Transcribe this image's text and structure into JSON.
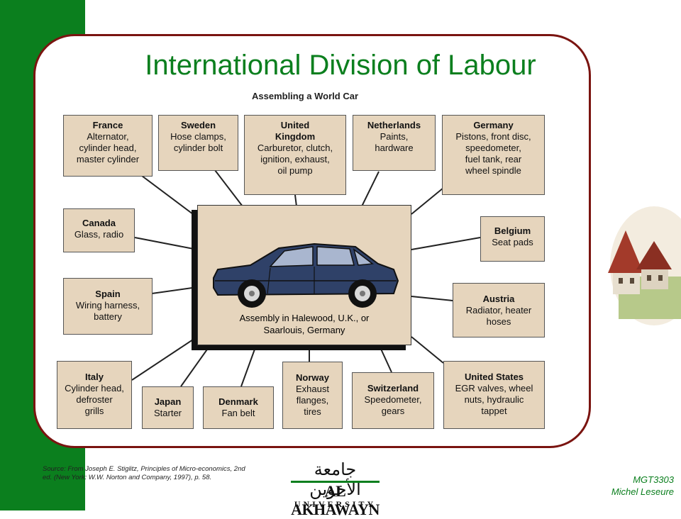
{
  "slide": {
    "title": "International Division of Labour",
    "subtitle": "Assembling a World Car",
    "assembly_text": "Assembly in Halewood, U.K., or\nSaarlouis, Germany",
    "source": "Source: From Joseph E. Stiglitz, Principles of Micro-economics, 2nd ed. (New York: W.W. Norton and Company, 1997), p. 58.",
    "course": "MGT3303",
    "author": "Michel Leseure",
    "logo": {
      "arabic": "جامعة الأخوين",
      "english": "AL AKHAWAYN",
      "university": "UNIVERSITY"
    }
  },
  "suppliers": [
    {
      "country": "France",
      "parts": "Alternator,\ncylinder head,\nmaster cylinder"
    },
    {
      "country": "Sweden",
      "parts": "Hose clamps,\ncylinder bolt"
    },
    {
      "country": "United\nKingdom",
      "parts": "Carburetor, clutch,\nignition, exhaust,\noil pump"
    },
    {
      "country": "Netherlands",
      "parts": "Paints,\nhardware"
    },
    {
      "country": "Germany",
      "parts": "Pistons, front disc,\nspeedometer,\nfuel tank, rear\nwheel spindle"
    },
    {
      "country": "Canada",
      "parts": "Glass, radio"
    },
    {
      "country": "Belgium",
      "parts": "Seat pads"
    },
    {
      "country": "Spain",
      "parts": "Wiring harness,\nbattery"
    },
    {
      "country": "Austria",
      "parts": "Radiator, heater\nhoses"
    },
    {
      "country": "Italy",
      "parts": "Cylinder head,\ndefroster\ngrills"
    },
    {
      "country": "Japan",
      "parts": "Starter"
    },
    {
      "country": "Denmark",
      "parts": "Fan belt"
    },
    {
      "country": "Norway",
      "parts": "Exhaust\nflanges,\ntires"
    },
    {
      "country": "Switzerland",
      "parts": "Speedometer,\ngears"
    },
    {
      "country": "United States",
      "parts": "EGR valves, wheel\nnuts, hydraulic\ntappet"
    }
  ]
}
